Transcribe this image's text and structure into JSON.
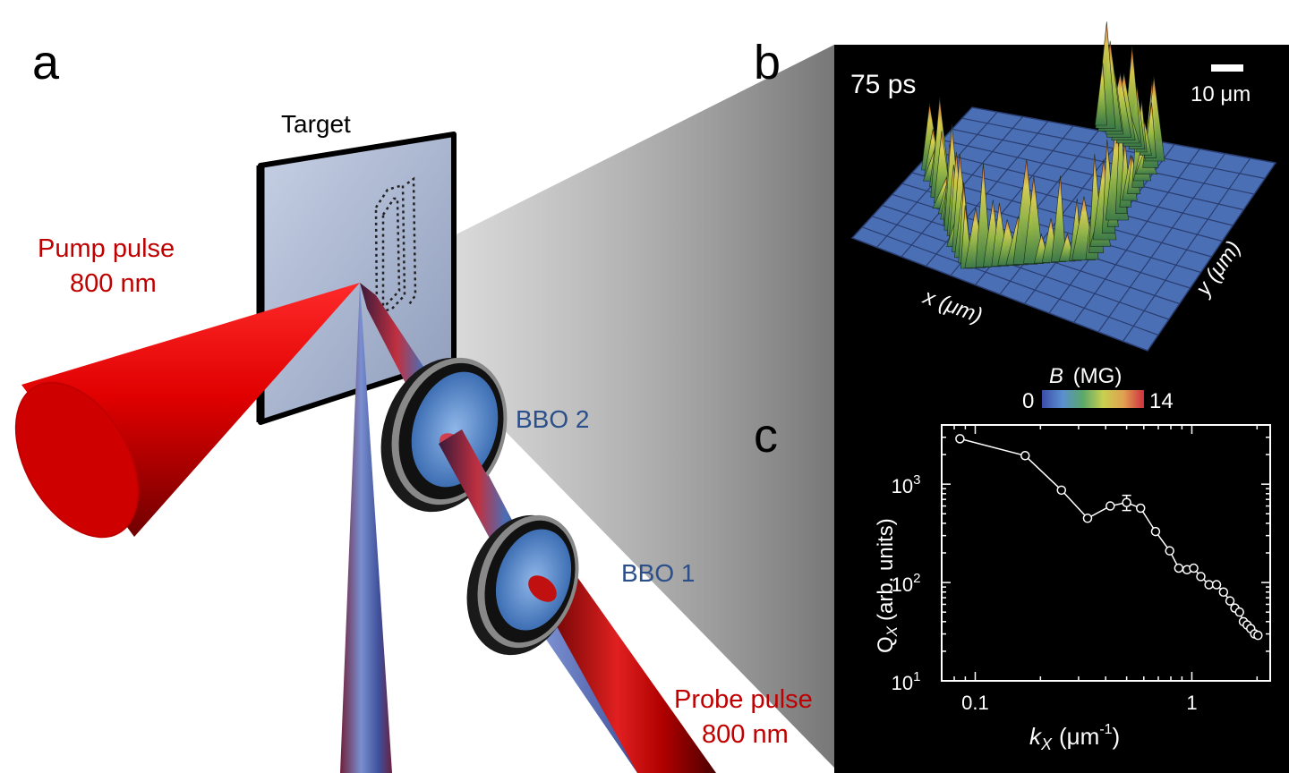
{
  "panel_a": {
    "letter": "a",
    "target_label": "Target",
    "pump": {
      "line1": "Pump pulse",
      "line2": "800 nm"
    },
    "probe": {
      "line1": "Probe pulse",
      "line2": "800 nm"
    },
    "bbo2_label": "BBO 2",
    "bbo1_label": "BBO 1"
  },
  "panel_b": {
    "letter": "b",
    "time_label": "75 ps",
    "scale_bar_label": "10 μm",
    "x_axis_label": "x (μm)",
    "y_axis_label": "y (μm)",
    "colorbar": {
      "title_var": "B",
      "title_unit": "(MG)",
      "min_label": "0",
      "max_label": "14"
    }
  },
  "panel_c": {
    "letter": "c"
  },
  "colors": {
    "pump_red": "#c00000",
    "bbo_blue": "#2b4f8a",
    "panel_bg": "#000000",
    "surface_floor": "#4a6fb5"
  },
  "chart_data": {
    "type": "scatter",
    "line": true,
    "xscale": "log",
    "yscale": "log",
    "xlim": [
      0.07,
      2.3
    ],
    "ylim": [
      10,
      4000
    ],
    "xlabel_var": "k",
    "xlabel_sub": "X",
    "xlabel_unit_pre": "(μm",
    "xlabel_unit_sup": "-1",
    "xlabel_unit_post": ")",
    "ylabel_var": "Q",
    "ylabel_sub": "X",
    "ylabel_unit": "(arb. units)",
    "x_ticks": [
      {
        "value": 0.1,
        "label": "0.1"
      },
      {
        "value": 1,
        "label": "1"
      }
    ],
    "y_ticks": [
      {
        "value": 10,
        "base": "10",
        "exp": "1"
      },
      {
        "value": 100,
        "base": "10",
        "exp": "2"
      },
      {
        "value": 1000,
        "base": "10",
        "exp": "3"
      }
    ],
    "x": [
      0.085,
      0.17,
      0.25,
      0.33,
      0.42,
      0.5,
      0.58,
      0.68,
      0.79,
      0.87,
      0.95,
      1.02,
      1.1,
      1.2,
      1.3,
      1.4,
      1.5,
      1.58,
      1.66,
      1.73,
      1.8,
      1.87,
      1.95,
      2.02
    ],
    "y": [
      2900,
      1950,
      870,
      450,
      600,
      650,
      570,
      330,
      210,
      140,
      135,
      140,
      115,
      95,
      95,
      80,
      65,
      55,
      50,
      40,
      37,
      34,
      30,
      29
    ],
    "error_bars": [
      {
        "x": 0.5,
        "low": 540,
        "high": 770
      }
    ]
  }
}
